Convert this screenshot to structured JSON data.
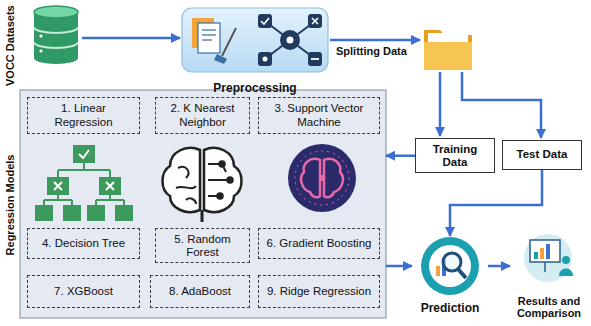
{
  "diagram": {
    "nodes": [
      {
        "text": [
          "VOCC Datasets"
        ]
      },
      {
        "text": [
          "Preprocessing"
        ]
      },
      {
        "text": [
          "Training Data"
        ]
      },
      {
        "text": [
          "Test Data"
        ]
      },
      {
        "text": [
          "Regression Models"
        ]
      },
      {
        "text": [
          "1. Linear Regression"
        ],
        "in": 4
      },
      {
        "text": [
          "2. K Nearest Neighbor"
        ],
        "in": 4
      },
      {
        "text": [
          "3. Support Vector Machine"
        ],
        "in": 4
      },
      {
        "text": [
          "4. Decision Tree"
        ],
        "in": 4
      },
      {
        "text": [
          "5. Random Forest"
        ],
        "in": 4
      },
      {
        "text": [
          "6. Gradient Boosting"
        ],
        "in": 4
      },
      {
        "text": [
          "7. XGBoost"
        ],
        "in": 4
      },
      {
        "text": [
          "8. AdaBoost"
        ],
        "in": 4
      },
      {
        "text": [
          "9. Ridge Regression"
        ],
        "in": 4
      },
      {
        "text": [
          "Prediction"
        ]
      },
      {
        "text": [
          "Results and Comparison"
        ]
      }
    ],
    "edges": [
      {
        "from": 0,
        "to": 1,
        "arrow": "to"
      },
      {
        "from": 2,
        "to": 4,
        "arrow": "to"
      },
      {
        "from": 3,
        "to": 14,
        "arrow": "to"
      },
      {
        "from": 4,
        "to": 14,
        "arrow": "to"
      },
      {
        "from": 14,
        "to": 15,
        "arrow": "to"
      }
    ],
    "labels": [
      "Splitting Data"
    ]
  }
}
